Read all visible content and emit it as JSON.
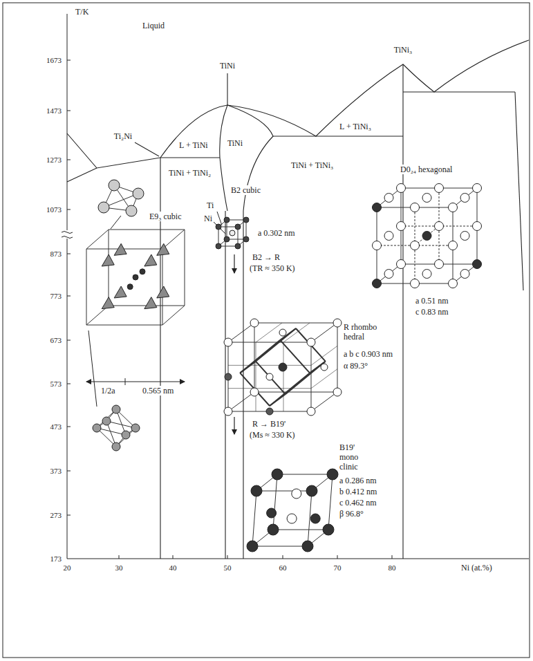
{
  "diagram": {
    "labels": [
      "T/K",
      "1673",
      "1473",
      "1273",
      "1073",
      "873",
      "773",
      "673",
      "573",
      "473",
      "373",
      "273",
      "173",
      "Liquid",
      "TiNi",
      "TiNi₃",
      "Ti₂Ni",
      "L + TiNi",
      "TiNi",
      "L + TiNi₃",
      "TiNi + TiNi₂",
      "TiNi + TiNi₃",
      "D0₂₄ hexagonal",
      "B2 cubic",
      "Ti",
      "Ni",
      "a 0.302 nm",
      "E9₃ cubic",
      "B2 → R",
      "(TR ≈ 350 K)",
      "a 0.51 nm",
      "c 0.83 nm",
      "R rhombo hedral",
      "a b c 0.903 nm",
      "α 89.3°",
      "1/2a",
      "0.565 nm",
      "R → B19'",
      "(Ms ≈ 330 K)",
      "B19' mono clinic",
      "a 0.286 nm",
      "b 0.412 nm",
      "c 0.462 nm",
      "β 96.8°",
      "20",
      "30",
      "40",
      "50",
      "60",
      "70",
      "80",
      "Ni (at.%)"
    ]
  }
}
